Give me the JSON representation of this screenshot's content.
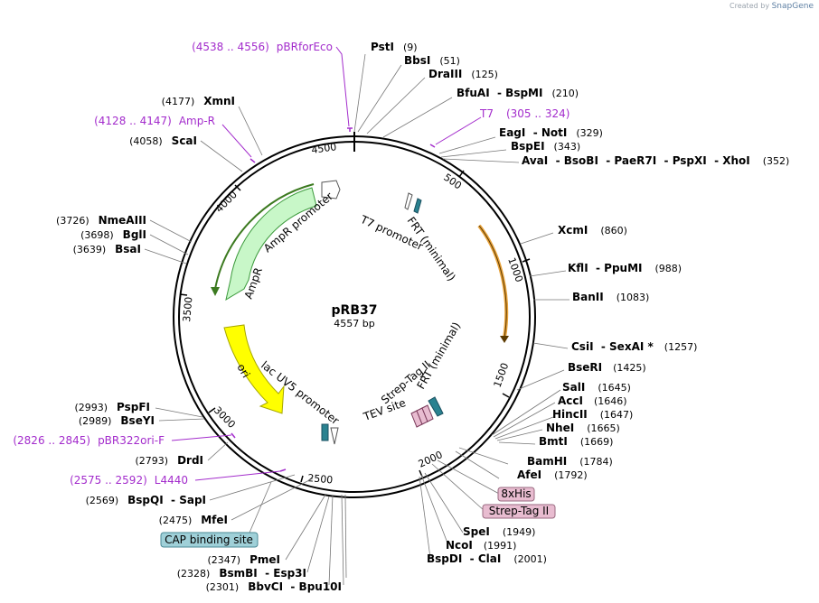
{
  "credit": {
    "prefix": "Created by",
    "brand": "SnapGene"
  },
  "plasmid": {
    "name": "pRB37",
    "length": "4557 bp"
  },
  "ticks": [
    "500",
    "1000",
    "1500",
    "2000",
    "2500",
    "3000",
    "3500",
    "4000",
    "4500"
  ],
  "enzymes_right": [
    {
      "name": "PstI",
      "pos": "(9)"
    },
    {
      "name": "BbsI",
      "pos": "(51)"
    },
    {
      "name": "DraIII",
      "pos": "(125)"
    },
    {
      "name": "BfuAI  - BspMI",
      "pos": "(210)"
    },
    {
      "name": "EagI  - NotI",
      "pos": "(329)"
    },
    {
      "name": "BspEI",
      "pos": "(343)"
    },
    {
      "name": "AvaI  - BsoBI  - PaeR7I  - PspXI  - XhoI",
      "pos": "(352)"
    },
    {
      "name": "XcmI",
      "pos": "(860)"
    },
    {
      "name": "KflI  - PpuMI",
      "pos": "(988)"
    },
    {
      "name": "BanII",
      "pos": "(1083)"
    },
    {
      "name": "CsiI  - SexAI *",
      "pos": "(1257)"
    },
    {
      "name": "BseRI",
      "pos": "(1425)"
    },
    {
      "name": "SalI",
      "pos": "(1645)"
    },
    {
      "name": "AccI",
      "pos": "(1646)"
    },
    {
      "name": "HincII",
      "pos": "(1647)"
    },
    {
      "name": "NheI",
      "pos": "(1665)"
    },
    {
      "name": "BmtI",
      "pos": "(1669)"
    },
    {
      "name": "BamHI",
      "pos": "(1784)"
    },
    {
      "name": "AfeI",
      "pos": "(1792)"
    },
    {
      "name": "SpeI",
      "pos": "(1949)"
    },
    {
      "name": "NcoI",
      "pos": "(1991)"
    },
    {
      "name": "BspDI  - ClaI",
      "pos": "(2001)"
    }
  ],
  "enzymes_left": [
    {
      "name": "XmnI",
      "pos": "(4177)"
    },
    {
      "name": "ScaI",
      "pos": "(4058)"
    },
    {
      "name": "NmeAIII",
      "pos": "(3726)"
    },
    {
      "name": "BglI",
      "pos": "(3698)"
    },
    {
      "name": "BsaI",
      "pos": "(3639)"
    },
    {
      "name": "PspFI",
      "pos": "(2993)"
    },
    {
      "name": "BseYI",
      "pos": "(2989)"
    },
    {
      "name": "DrdI",
      "pos": "(2793)"
    },
    {
      "name": "BspQI  - SapI",
      "pos": "(2569)"
    },
    {
      "name": "MfeI",
      "pos": "(2475)"
    },
    {
      "name": "PmeI",
      "pos": "(2347)"
    },
    {
      "name": "BsmBI  - Esp3I",
      "pos": "(2328)"
    },
    {
      "name": "BbvCI  - Bpu10I",
      "pos": "(2301)"
    }
  ],
  "primers": [
    {
      "name": "pBRforEco",
      "range": "(4538 .. 4556)"
    },
    {
      "name": "T7",
      "range": "(305 .. 324)"
    },
    {
      "name": "Amp-R",
      "range": "(4128 .. 4147)"
    },
    {
      "name": "pBR322ori-F",
      "range": "(2826 .. 2845)"
    },
    {
      "name": "L4440",
      "range": "(2575 .. 2592)"
    }
  ],
  "feature_boxes": [
    "8xHis",
    "Strep-Tag II",
    "CAP binding site"
  ],
  "features": {
    "ampr_promoter": "AmpR promoter",
    "ampr": "AmpR",
    "t7_promoter": "T7 promoter",
    "frt_top": "FRT (minimal)",
    "ori": "ori",
    "lac_promoter": "lac UV5 promoter",
    "strep_tag": "Strep-Tag II",
    "frt_bottom": "FRT (minimal)",
    "tev_site": "TEV site"
  },
  "colors": {
    "primer": "#a32ccc",
    "ampr": "#c8f7c8",
    "ampr_border": "#3c9a3c",
    "ori": "#ffff00",
    "orange": "#e8a33c",
    "teal": "#2a8290",
    "pink": "#e8bcd0",
    "capbox": "#9fd0d8",
    "backbone": "#000000"
  }
}
